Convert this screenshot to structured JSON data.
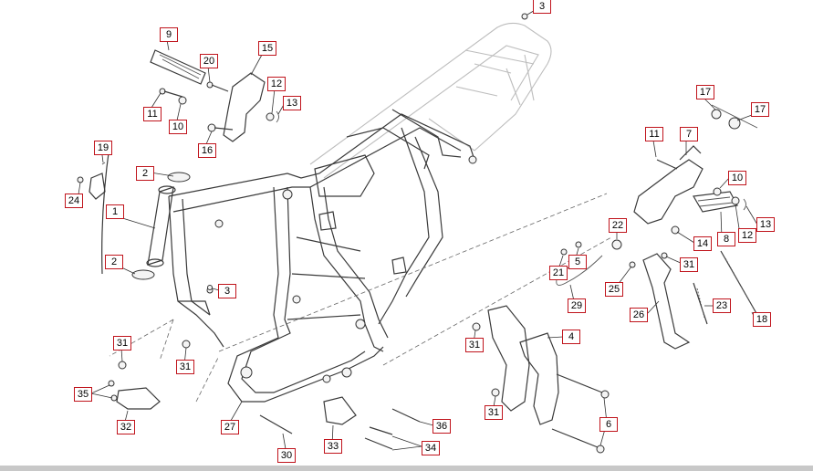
{
  "diagram": {
    "accent_color": "#c0141c",
    "callouts": [
      {
        "id": "c1",
        "label": "1"
      },
      {
        "id": "c2a",
        "label": "2"
      },
      {
        "id": "c2b",
        "label": "2"
      },
      {
        "id": "c3a",
        "label": "3"
      },
      {
        "id": "c3b",
        "label": "3"
      },
      {
        "id": "c4",
        "label": "4"
      },
      {
        "id": "c5",
        "label": "5"
      },
      {
        "id": "c6",
        "label": "6"
      },
      {
        "id": "c7",
        "label": "7"
      },
      {
        "id": "c8",
        "label": "8"
      },
      {
        "id": "c9",
        "label": "9"
      },
      {
        "id": "c10a",
        "label": "10"
      },
      {
        "id": "c10b",
        "label": "10"
      },
      {
        "id": "c11a",
        "label": "11"
      },
      {
        "id": "c11b",
        "label": "11"
      },
      {
        "id": "c12a",
        "label": "12"
      },
      {
        "id": "c12b",
        "label": "12"
      },
      {
        "id": "c13a",
        "label": "13"
      },
      {
        "id": "c13b",
        "label": "13"
      },
      {
        "id": "c14",
        "label": "14"
      },
      {
        "id": "c15",
        "label": "15"
      },
      {
        "id": "c16",
        "label": "16"
      },
      {
        "id": "c17a",
        "label": "17"
      },
      {
        "id": "c17b",
        "label": "17"
      },
      {
        "id": "c18",
        "label": "18"
      },
      {
        "id": "c19",
        "label": "19"
      },
      {
        "id": "c20",
        "label": "20"
      },
      {
        "id": "c21",
        "label": "21"
      },
      {
        "id": "c22",
        "label": "22"
      },
      {
        "id": "c23",
        "label": "23"
      },
      {
        "id": "c24",
        "label": "24"
      },
      {
        "id": "c25",
        "label": "25"
      },
      {
        "id": "c26",
        "label": "26"
      },
      {
        "id": "c27",
        "label": "27"
      },
      {
        "id": "c29",
        "label": "29"
      },
      {
        "id": "c30",
        "label": "30"
      },
      {
        "id": "c31a",
        "label": "31"
      },
      {
        "id": "c31b",
        "label": "31"
      },
      {
        "id": "c31c",
        "label": "31"
      },
      {
        "id": "c31d",
        "label": "31"
      },
      {
        "id": "c31e",
        "label": "31"
      },
      {
        "id": "c32",
        "label": "32"
      },
      {
        "id": "c33",
        "label": "33"
      },
      {
        "id": "c34",
        "label": "34"
      },
      {
        "id": "c35",
        "label": "35"
      },
      {
        "id": "c36",
        "label": "36"
      }
    ]
  }
}
